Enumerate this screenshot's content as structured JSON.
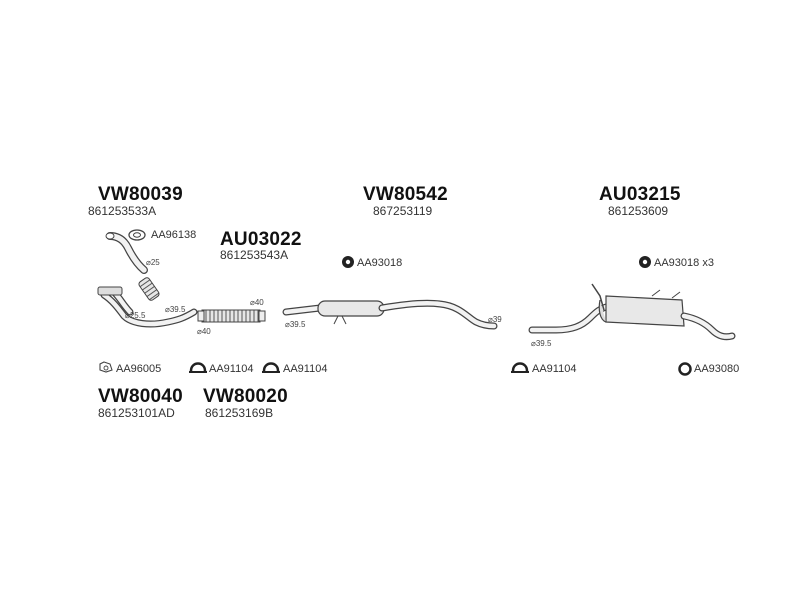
{
  "groups": [
    {
      "code": "VW80039",
      "part_no": "861253533A"
    },
    {
      "code": "AU03022",
      "part_no": "861253543A"
    },
    {
      "code": "VW80542",
      "part_no": "867253119"
    },
    {
      "code": "AU03215",
      "part_no": "861253609"
    },
    {
      "code": "VW80040",
      "part_no": "861253101AD"
    },
    {
      "code": "VW80020",
      "part_no": "861253169B"
    }
  ],
  "hardware": [
    {
      "label": "AA96138",
      "icon": "gasket-icon"
    },
    {
      "label": "AA93018",
      "icon": "rubber-mount-icon"
    },
    {
      "label": "AA93018 x3",
      "icon": "rubber-mount-icon"
    },
    {
      "label": "AA96005",
      "icon": "gasket-icon"
    },
    {
      "label": "AA91104",
      "icon": "clamp-icon"
    },
    {
      "label": "AA91104",
      "icon": "clamp-icon"
    },
    {
      "label": "AA91104",
      "icon": "clamp-icon"
    },
    {
      "label": "AA93080",
      "icon": "ring-icon"
    }
  ],
  "dimensions": [
    "⌀25",
    "⌀25.5",
    "⌀39.5",
    "⌀40",
    "⌀40",
    "⌀39.5",
    "⌀39",
    "⌀39.5"
  ]
}
